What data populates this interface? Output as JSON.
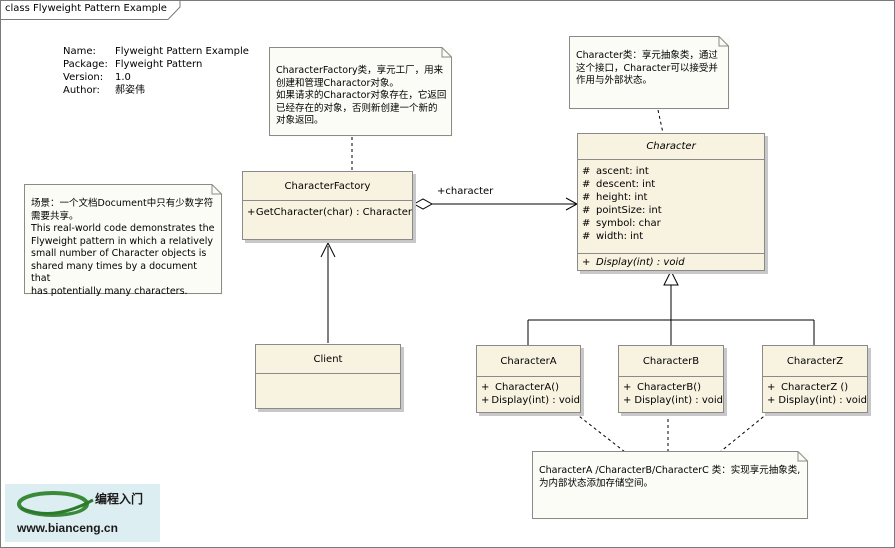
{
  "frame": {
    "title": "class Flyweight Pattern Example"
  },
  "meta": [
    {
      "key": "Name:",
      "value": "Flyweight Pattern Example"
    },
    {
      "key": "Package:",
      "value": "Flyweight Pattern"
    },
    {
      "key": "Version:",
      "value": "1.0"
    },
    {
      "key": "Author:",
      "value": "郝姿伟"
    }
  ],
  "notes": {
    "factory": [
      "CharacterFactory类，享元工厂，用来",
      "创建和管理Charactor对象。",
      "如果请求的Charactor对象存在，它返回",
      "已经存在的对象，否则新创建一个新的",
      "对象返回。"
    ],
    "character": [
      "Character类：享元抽象类，通过",
      "这个接口，Character可以接受并",
      "作用与外部状态。"
    ],
    "scenario": [
      "场景：一个文档Document中只有少数字符",
      "需要共享。",
      "This real-world code demonstrates the",
      "Flyweight pattern in which a relatively",
      "small number of Character objects is",
      "shared many times by a document that",
      "has potentially many characters."
    ],
    "concrete": [
      "CharacterA /CharacterB/CharacterC 类：实现享元抽象类,",
      "为内部状态添加存储空间。"
    ]
  },
  "classes": {
    "factory": {
      "name": "CharacterFactory",
      "operations": [
        {
          "vis": "+",
          "text": "GetCharacter(char) : Character"
        }
      ]
    },
    "character": {
      "name": "Character",
      "attributes": [
        {
          "vis": "#",
          "text": "ascent:  int"
        },
        {
          "vis": "#",
          "text": "descent:  int"
        },
        {
          "vis": "#",
          "text": "height:  int"
        },
        {
          "vis": "#",
          "text": "pointSize:  int"
        },
        {
          "vis": "#",
          "text": "symbol:  char"
        },
        {
          "vis": "#",
          "text": "width:  int"
        }
      ],
      "operations": [
        {
          "vis": "+",
          "text": "Display(int) : void"
        }
      ]
    },
    "client": {
      "name": "Client"
    },
    "a": {
      "name": "CharacterA",
      "operations": [
        {
          "vis": "+",
          "text": "CharacterA()"
        },
        {
          "vis": "+",
          "text": "Display(int) : void"
        }
      ]
    },
    "b": {
      "name": "CharacterB",
      "operations": [
        {
          "vis": "+",
          "text": "CharacterB()"
        },
        {
          "vis": "+",
          "text": "Display(int) : void"
        }
      ]
    },
    "z": {
      "name": "CharacterZ",
      "operations": [
        {
          "vis": "+",
          "text": "CharacterZ ()"
        },
        {
          "vis": "+",
          "text": "Display(int) : void"
        }
      ]
    }
  },
  "association": {
    "role": "+character"
  },
  "logo": {
    "title": "编程入门",
    "url": "www.bianceng.cn"
  },
  "colors": {
    "class_fill": "#f8f3e1",
    "note_fill": "#fcfcf6",
    "line": "#000000",
    "logo_bg": "#ddeef2"
  }
}
